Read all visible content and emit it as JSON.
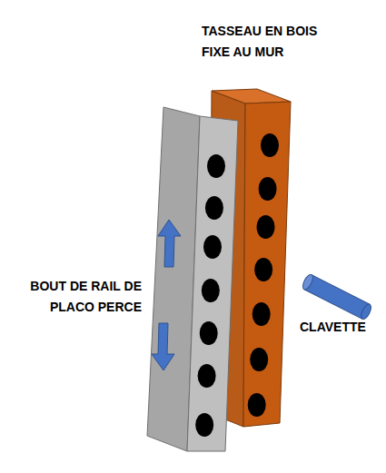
{
  "diagram": {
    "labels": [
      "TASSEAU EN BOIS FIXE AU MUR",
      "BOUT DE RAIL DE PLACO PERCE",
      "CLAVETTE"
    ]
  }
}
